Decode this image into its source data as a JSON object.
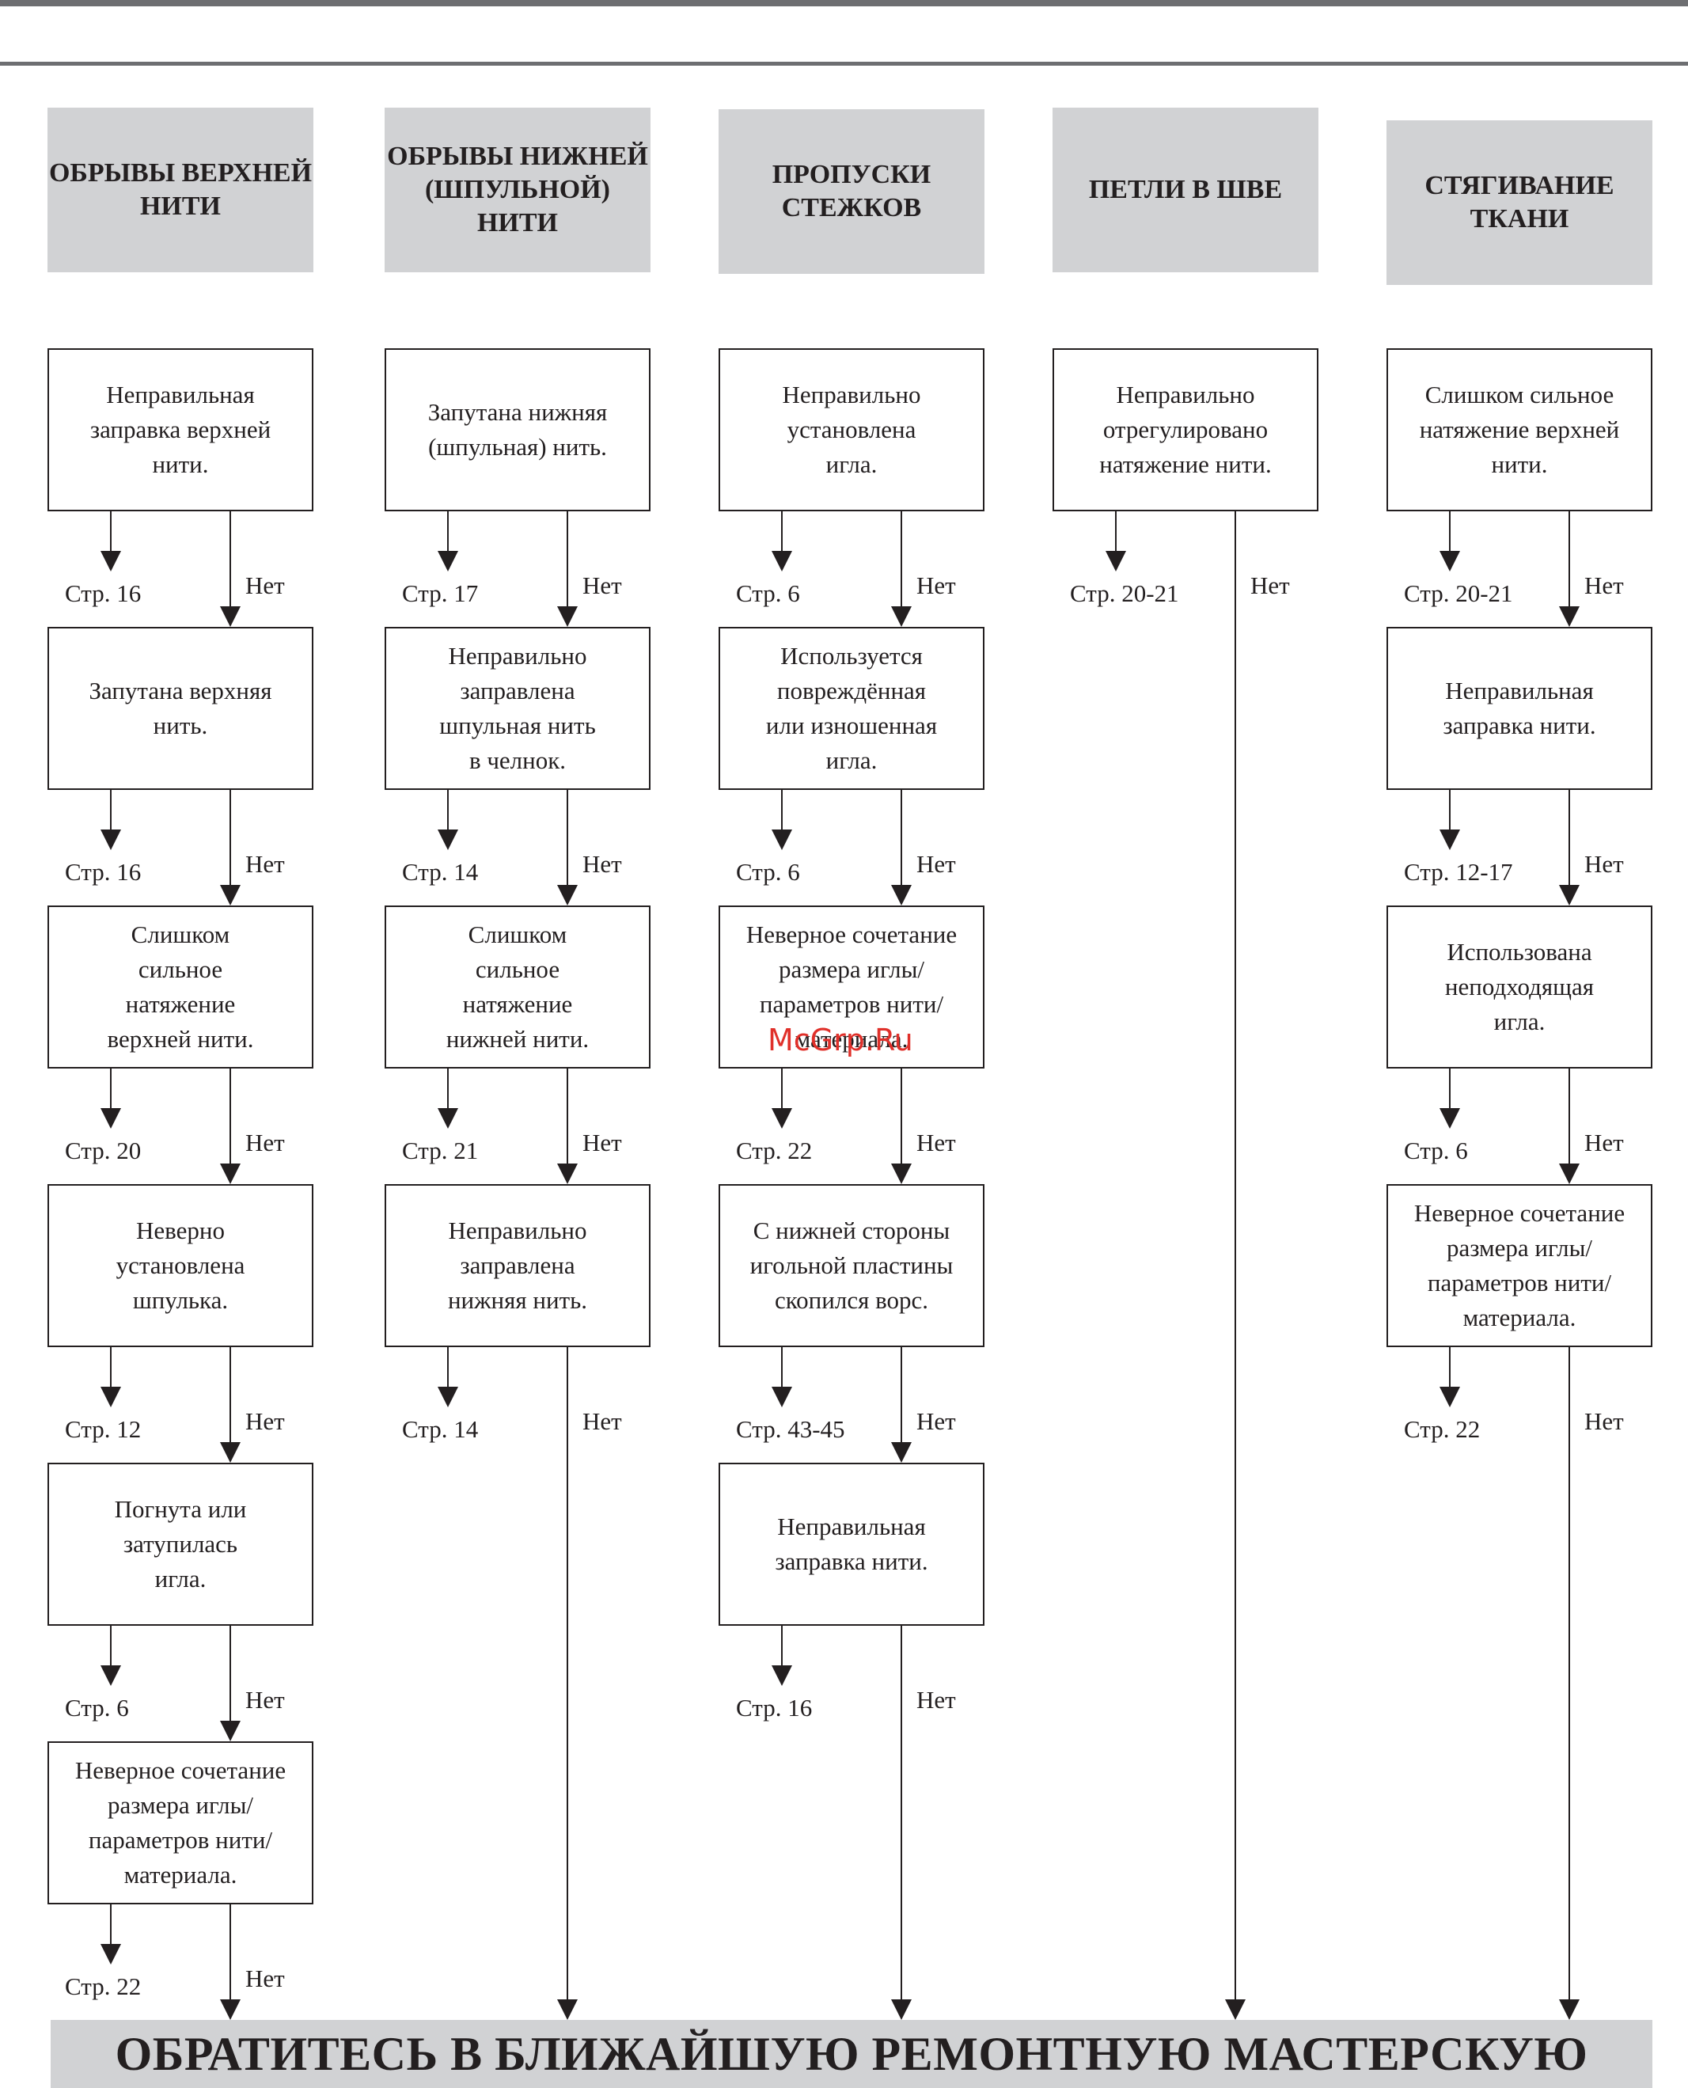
{
  "columns": [
    {
      "header": "ОБРЫВЫ ВЕРХНЕЙ\nНИТИ",
      "steps": [
        {
          "text": "Неправильная\nзаправка верхней\nнити.",
          "page": "Стр. 16",
          "no": "Нет"
        },
        {
          "text": "Запутана верхняя\nнить.",
          "page": "Стр. 16",
          "no": "Нет"
        },
        {
          "text": "Слишком\nсильное\nнатяжение\nверхней нити.",
          "page": "Стр. 20",
          "no": "Нет"
        },
        {
          "text": "Неверно\nустановлена\nшпулька.",
          "page": "Стр. 12",
          "no": "Нет"
        },
        {
          "text": "Погнута или\nзатупилась\nигла.",
          "page": "Стр. 6",
          "no": "Нет"
        },
        {
          "text": "Неверное сочетание\nразмера иглы/\nпараметров нити/\nматериала.",
          "page": "Стр. 22",
          "no": "Нет"
        }
      ]
    },
    {
      "header": "ОБРЫВЫ НИЖНЕЙ\n(ШПУЛЬНОЙ)\nНИТИ",
      "steps": [
        {
          "text": "Запутана нижняя\n(шпульная) нить.",
          "page": "Стр. 17",
          "no": "Нет"
        },
        {
          "text": "Неправильно\nзаправлена\nшпульная нить\nв челнок.",
          "page": "Стр. 14",
          "no": "Нет"
        },
        {
          "text": "Слишком\nсильное\nнатяжение\nнижней нити.",
          "page": "Стр. 21",
          "no": "Нет"
        },
        {
          "text": "Неправильно\nзаправлена\nнижняя нить.",
          "page": "Стр. 14",
          "no": "Нет"
        }
      ]
    },
    {
      "header": "ПРОПУСКИ\nСТЕЖКОВ",
      "steps": [
        {
          "text": "Неправильно\nустановлена\nигла.",
          "page": "Стр. 6",
          "no": "Нет"
        },
        {
          "text": "Используется\nповреждённая\nили изношенная\nигла.",
          "page": "Стр. 6",
          "no": "Нет"
        },
        {
          "text": "Неверное сочетание\nразмера иглы/\nпараметров нити/\nматериала.",
          "page": "Стр. 22",
          "no": "Нет"
        },
        {
          "text": "С нижней стороны\nигольной пластины\nскопился ворс.",
          "page": "Стр. 43-45",
          "no": "Нет"
        },
        {
          "text": "Неправильная\nзаправка нити.",
          "page": "Стр. 16",
          "no": "Нет"
        }
      ]
    },
    {
      "header": "ПЕТЛИ В ШВЕ",
      "steps": [
        {
          "text": "Неправильно\nотрегулировано\nнатяжение нити.",
          "page": "Стр. 20-21",
          "no": "Нет"
        }
      ]
    },
    {
      "header": "СТЯГИВАНИЕ\nТКАНИ",
      "steps": [
        {
          "text": "Слишком сильное\nнатяжение верхней\nнити.",
          "page": "Стр. 20-21",
          "no": "Нет"
        },
        {
          "text": "Неправильная\nзаправка нити.",
          "page": "Стр. 12-17",
          "no": "Нет"
        },
        {
          "text": "Использована\nнеподходящая\nигла.",
          "page": "Стр. 6",
          "no": "Нет"
        },
        {
          "text": "Неверное сочетание\nразмера иглы/\nпараметров нити/\nматериала.",
          "page": "Стр. 22",
          "no": "Нет"
        }
      ]
    }
  ],
  "footer": "ОБРАТИТЕСЬ В БЛИЖАЙШУЮ РЕМОНТНУЮ МАСТЕРСКУЮ",
  "watermark": "McGrp.Ru"
}
